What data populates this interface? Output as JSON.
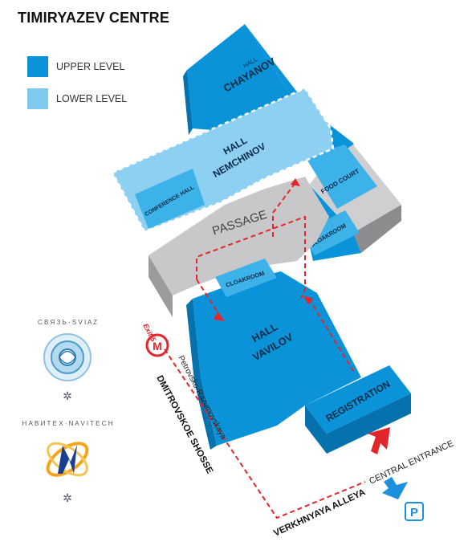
{
  "title": "TIMIRYAZEV CENTRE",
  "legend": [
    {
      "label": "UPPER LEVEL",
      "color": "#0a93d9"
    },
    {
      "label": "LOWER LEVEL",
      "color": "#7ec9ee"
    }
  ],
  "halls": {
    "chayanov": {
      "line1": "HALL",
      "line2": "CHAYANOV"
    },
    "nemchinov": {
      "line1": "HALL",
      "line2": "NEMCHINOV"
    },
    "vavilov": {
      "line1": "HALL",
      "line2": "VAVILOV"
    }
  },
  "rooms": {
    "conference_hall": "CONFERENCE HALL",
    "food_court": "FOOD COURT",
    "passage": "PASSAGE",
    "cloakroom_right": "CLOAKROOM",
    "cloakroom_left": "CLOAKROOM",
    "registration": "REGISTRATION"
  },
  "streets": {
    "metro_station": "Petrovsko-Razumovskaya",
    "highway": "DMITROVSKOE SHOSSE",
    "alley": "VERKHNYAYA ALLEYA",
    "central_entrance": "CENTRAL ENTRANCE"
  },
  "exit_label": "Exit 5",
  "parking_label": "P",
  "icons": {
    "metro": "metro-m-icon",
    "parking": "parking-icon",
    "entrance_arrow": "red-arrow-icon",
    "parking_arrow": "blue-arrow-icon",
    "svyaz_logo": "svyaz-logo",
    "navitech_logo": "navitech-logo"
  },
  "logos": {
    "svyaz_text": "С В Я З Ь · S V I A Z",
    "navitech_text": "Н А В И Т Е Х · N A V I T E C H"
  }
}
